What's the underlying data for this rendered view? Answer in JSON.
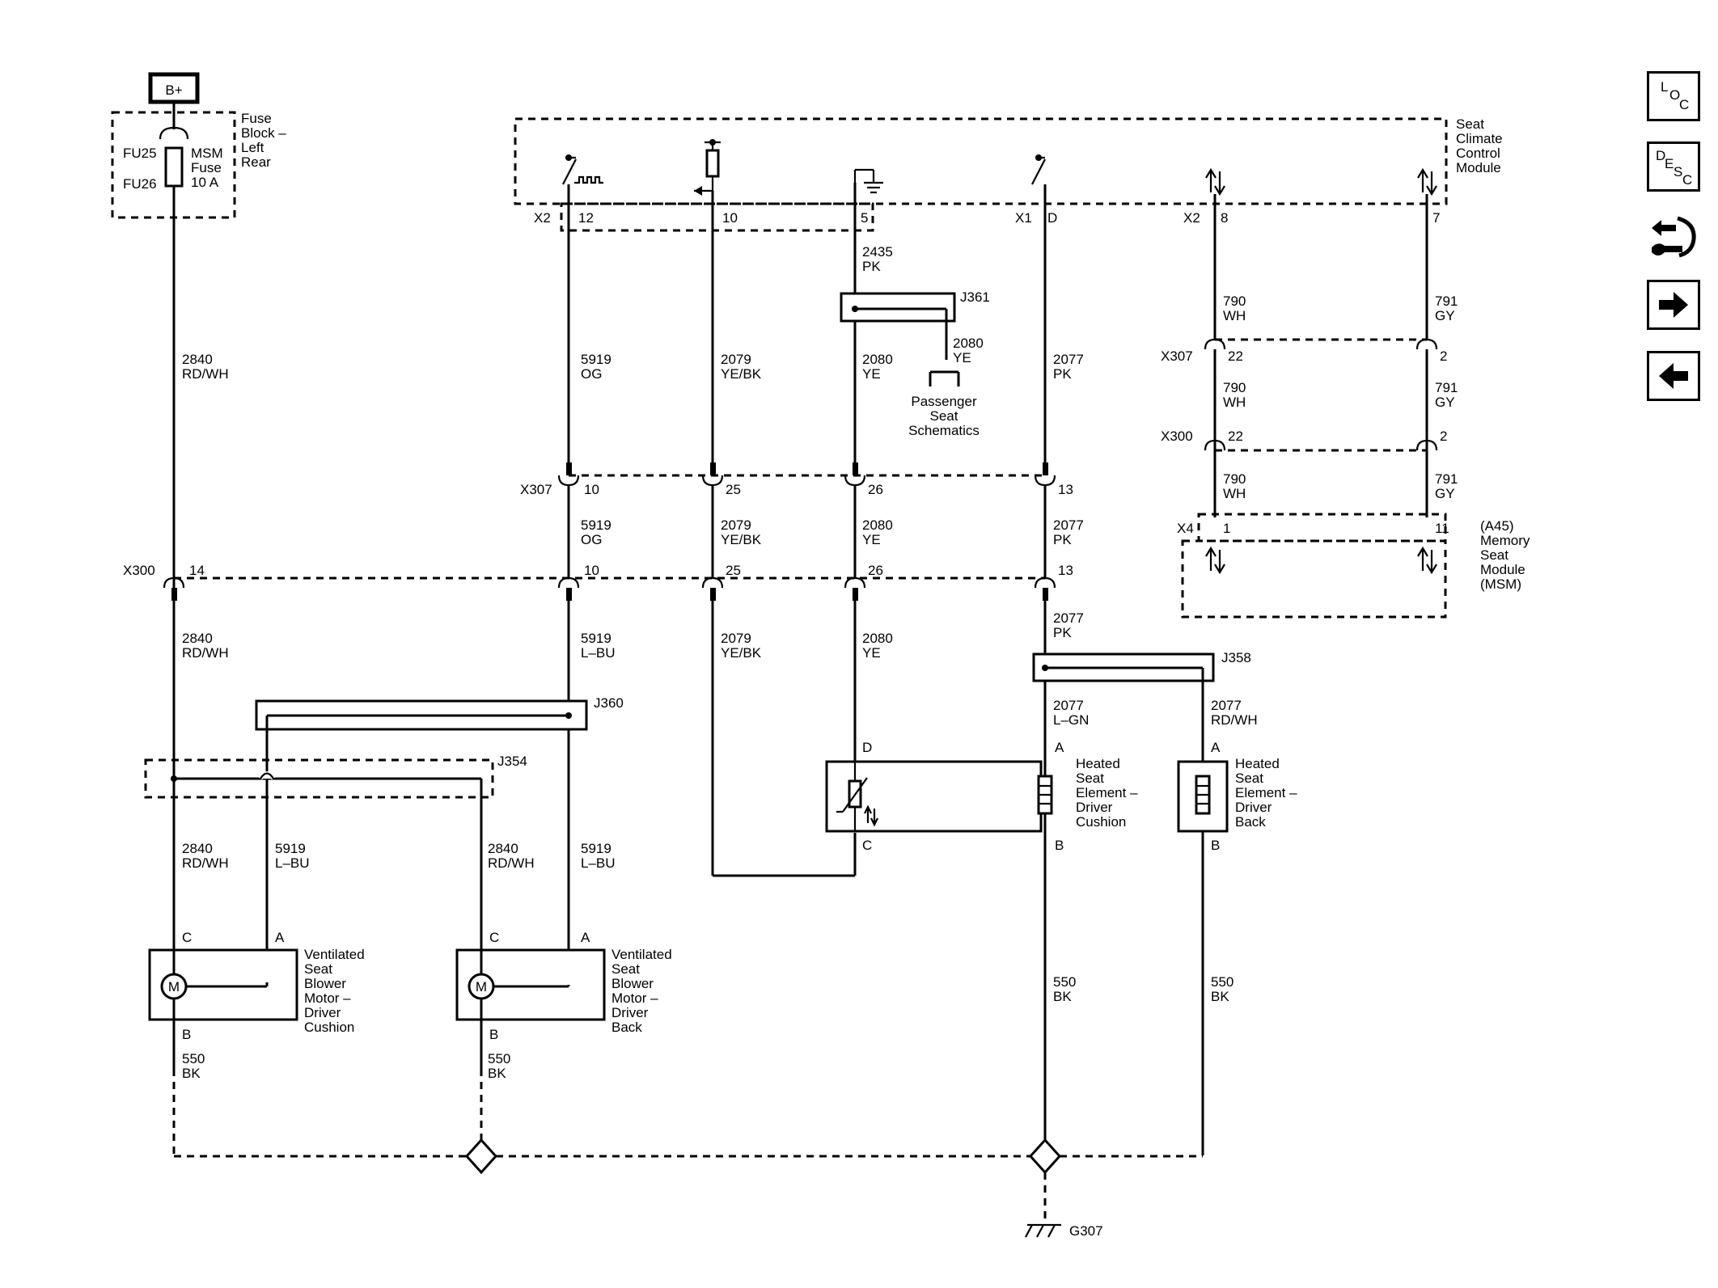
{
  "power": {
    "label": "B+"
  },
  "fuse_block": {
    "title": [
      "Fuse",
      "Block –",
      "Left",
      "Rear"
    ],
    "fuses": [
      "FU25",
      "FU26"
    ],
    "fuse_name": [
      "MSM",
      "Fuse",
      "10 A"
    ]
  },
  "module_top": {
    "title": [
      "Seat",
      "Climate",
      "Control",
      "Module"
    ]
  },
  "msm": {
    "ref": "(A45)",
    "title": [
      "Memory",
      "Seat",
      "Module",
      "(MSM)"
    ],
    "connector": "X4",
    "pins": [
      "1",
      "11"
    ]
  },
  "connectors": {
    "x2": "X2",
    "x1": "X1",
    "x307": "X307",
    "x300": "X300",
    "top_pins": [
      "12",
      "10",
      "5",
      "D",
      "8",
      "7"
    ],
    "x307_pins": [
      "10",
      "25",
      "26",
      "13"
    ],
    "x300_pins": [
      "14",
      "10",
      "25",
      "26",
      "13"
    ],
    "right_x307_pins": [
      "22",
      "2"
    ],
    "right_x300_pins": [
      "22",
      "2"
    ]
  },
  "wires": {
    "w2840": [
      "2840",
      "RD/WH"
    ],
    "w5919og": [
      "5919",
      "OG"
    ],
    "w5919lbu": [
      "5919",
      "L–BU"
    ],
    "w5919lbu2": [
      "5919",
      "L–BU"
    ],
    "w2079": [
      "2079",
      "YE/BK"
    ],
    "w2080": [
      "2080",
      "YE"
    ],
    "w2435": [
      "2435",
      "PK"
    ],
    "w2077pk": [
      "2077",
      "PK"
    ],
    "w2077lgn": [
      "2077",
      "L–GN"
    ],
    "w2077rdwh": [
      "2077",
      "RD/WH"
    ],
    "w790": [
      "790",
      "WH"
    ],
    "w791": [
      "791",
      "GY"
    ],
    "w550": [
      "550",
      "BK"
    ]
  },
  "splices": {
    "j361": "J361",
    "j360": "J360",
    "j354": "J354",
    "j358": "J358"
  },
  "passenger": [
    "Passenger",
    "Seat",
    "Schematics"
  ],
  "components": {
    "heated_cushion": [
      "Heated",
      "Seat",
      "Element –",
      "Driver",
      "Cushion"
    ],
    "heated_back": [
      "Heated",
      "Seat",
      "Element –",
      "Driver",
      "Back"
    ],
    "vent_cushion": [
      "Ventilated",
      "Seat",
      "Blower",
      "Motor –",
      "Driver",
      "Cushion"
    ],
    "vent_back": [
      "Ventilated",
      "Seat",
      "Blower",
      "Motor –",
      "Driver",
      "Back"
    ],
    "motor_symbol": "M",
    "pins": {
      "a": "A",
      "b": "B",
      "c": "C",
      "d": "D"
    }
  },
  "ground": {
    "label": "G307"
  },
  "nav": {
    "loc": [
      "L",
      "O",
      "C"
    ],
    "desc": [
      "D",
      "E",
      "S",
      "C"
    ],
    "icons": [
      "connector-icon",
      "arrow-right-icon",
      "arrow-left-icon"
    ]
  }
}
